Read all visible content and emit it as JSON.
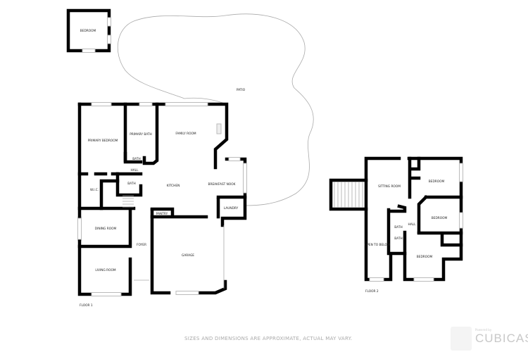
{
  "floor1": {
    "label": "FLOOR 1",
    "rooms": {
      "bedroom_detached": "BEDROOM",
      "patio": "PATIO",
      "primary_bedroom": "PRIMARY BEDROOM",
      "primary_bath": "PRIMARY BATH",
      "family_room": "FAMILY ROOM",
      "bath_1": "BATH",
      "hall": "HALL",
      "bath_2": "BATH",
      "wic": "W.I.C.",
      "kitchen": "KITCHEN",
      "breakfast_nook": "BREAKFAST NOOK",
      "laundry": "LAUNDRY",
      "pantry": "PANTRY",
      "dining_room": "DINING ROOM",
      "foyer": "FOYER",
      "garage": "GARAGE",
      "living_room": "LIVING ROOM"
    }
  },
  "floor2": {
    "label": "FLOOR 2",
    "rooms": {
      "sitting_room": "SITTING ROOM",
      "bedroom_1": "BEDROOM",
      "bedroom_2": "BEDROOM",
      "bedroom_3": "BEDROOM",
      "hall": "HALL",
      "bath_1": "BATH",
      "bath_2": "BATH",
      "open_to_below": "OPEN TO BELOW"
    }
  },
  "disclaimer": "SIZES AND DIMENSIONS ARE APPROXIMATE, ACTUAL MAY VARY.",
  "logo": {
    "powered_by": "Powered by",
    "brand": "CUBICASA"
  }
}
